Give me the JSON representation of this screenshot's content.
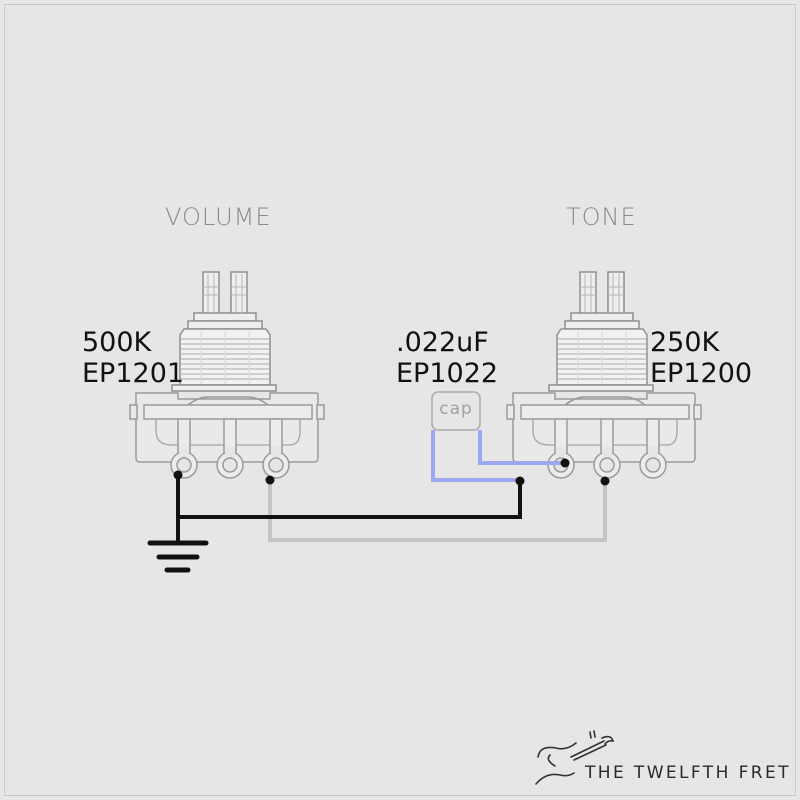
{
  "diagram": {
    "volume": {
      "title": "VOLUME",
      "value": "500K",
      "part": "EP1201"
    },
    "tone": {
      "title": "TONE",
      "value": "250K",
      "part": "EP1200"
    },
    "capacitor": {
      "value": ".022uF",
      "part": "EP1022",
      "body_label": "cap"
    },
    "ground": {
      "icon": "ground-symbol-icon"
    },
    "wires": [
      {
        "name": "ground-wire",
        "color": "#111111"
      },
      {
        "name": "signal-wire",
        "color": "#c4c4c4"
      },
      {
        "name": "capacitor-leads",
        "color": "#9ba8ef"
      }
    ]
  },
  "colors": {
    "background": "#e6e6e6",
    "pot_outline": "#9a9a9a",
    "label_gray": "#8a8a8a",
    "text_dark": "#111111"
  },
  "branding": {
    "logo_icon": "guitar-logo-icon",
    "name": "THE TWELFTH FRET"
  }
}
